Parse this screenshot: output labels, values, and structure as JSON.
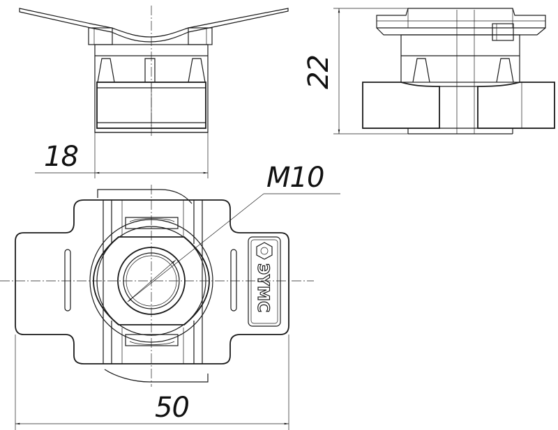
{
  "dimensions": {
    "width_18": "18",
    "height_22": "22",
    "thread_m10": "M10",
    "length_50": "50"
  },
  "logo": {
    "brand": "ЭYMC"
  }
}
